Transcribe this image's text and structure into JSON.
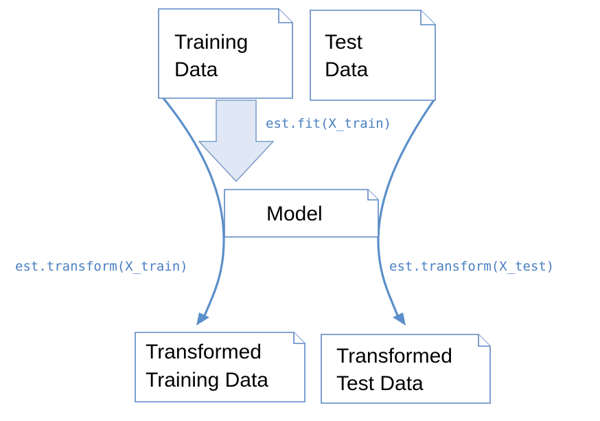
{
  "boxes": {
    "training_data": [
      "Training",
      "Data"
    ],
    "test_data": [
      "Test",
      "Data"
    ],
    "model": "Model",
    "transformed_training": [
      "Transformed",
      "Training Data"
    ],
    "transformed_test": [
      "Transformed",
      "Test Data"
    ]
  },
  "calls": {
    "fit": "est.fit(X_train)",
    "transform_train": "est.transform(X_train)",
    "transform_test": "est.transform(X_test)"
  },
  "colors": {
    "box_stroke": "#5b86c2",
    "flow_line": "#5b8fc9",
    "code_text": "#4a7fc1",
    "fit_arrow_fill": "#dfe8f4"
  }
}
